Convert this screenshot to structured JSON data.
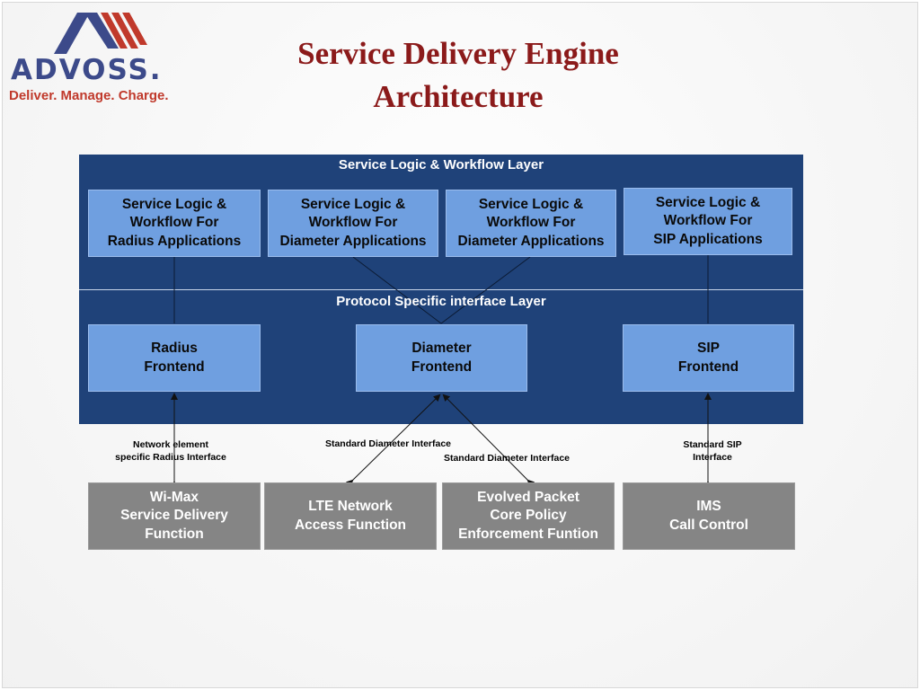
{
  "logo": {
    "wordmark": "ADVOSS.",
    "tagline": "Deliver. Manage. Charge.",
    "colors": {
      "primary": "#3c4a8a",
      "accent": "#c0392b"
    }
  },
  "title": {
    "line1": "Service Delivery Engine",
    "line2": "Architecture"
  },
  "layers": {
    "logic_layer_label": "Service Logic & Workflow Layer",
    "protocol_layer_label": "Protocol Specific interface Layer"
  },
  "logic_boxes": [
    {
      "text": "Service Logic &\nWorkflow For\nRadius Applications"
    },
    {
      "text": "Service Logic &\nWorkflow For\nDiameter Applications"
    },
    {
      "text": "Service Logic &\nWorkflow For\nDiameter Applications"
    },
    {
      "text": "Service Logic &\nWorkflow For\nSIP Applications"
    }
  ],
  "frontends": [
    {
      "text": "Radius\nFrontend"
    },
    {
      "text": "Diameter\nFrontend"
    },
    {
      "text": "SIP\nFrontend"
    }
  ],
  "interfaces": [
    {
      "text": "Network element\nspecific Radius Interface"
    },
    {
      "text": "Standard Diameter Interface"
    },
    {
      "text": "Standard Diameter Interface"
    },
    {
      "text": "Standard SIP\nInterface"
    }
  ],
  "network_elements": [
    {
      "text": "Wi-Max\nService Delivery\nFunction"
    },
    {
      "text": "LTE Network\nAccess Function"
    },
    {
      "text": "Evolved Packet\nCore Policy\nEnforcement Funtion"
    },
    {
      "text": "IMS\nCall Control"
    }
  ],
  "colors": {
    "layer_bg": "#1f4279",
    "box_blue": "#6f9fe0",
    "box_gray": "#858585",
    "title": "#8b1a1a"
  }
}
